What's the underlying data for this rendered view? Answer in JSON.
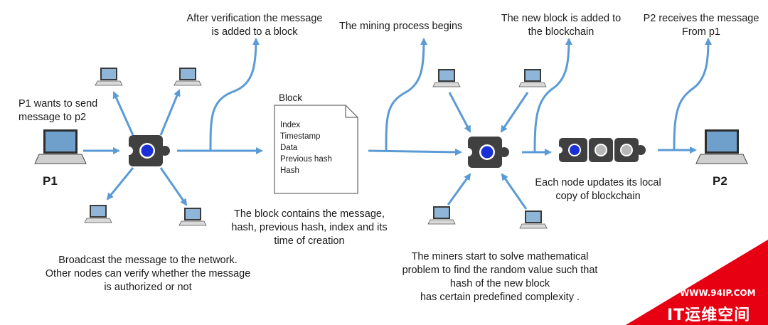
{
  "colors": {
    "arrow": "#5b9bd5",
    "node": "#404040",
    "core": "#1b2fd6",
    "circle": "#b7b7b7",
    "watermark_bg": "#e60012"
  },
  "labels": {
    "p1_wants": [
      "P1 wants to send",
      "message to p2"
    ],
    "p1": "P1",
    "p2": "P2",
    "after_verification": [
      "After verification the message",
      "is added to a block"
    ],
    "mining_begins": "The mining process  begins",
    "new_block_added": [
      "The new block is added to",
      "the blockchain"
    ],
    "p2_receives": [
      "P2 receives the message",
      "From p1"
    ],
    "block_contains": [
      "The block contains the message,",
      "hash, previous hash, index and its",
      "time of creation"
    ],
    "broadcast": [
      "Broadcast the message to the network.",
      "Other nodes can verify whether the message",
      "is  authorized or not"
    ],
    "miners_solve": [
      "The miners start to solve mathematical",
      "problem to find the random value such that",
      "hash of the new block",
      "has certain  predefined complexity ."
    ],
    "each_node": [
      "Each node updates its local",
      "copy of blockchain"
    ]
  },
  "block_doc": {
    "title": "Block",
    "fields": [
      "Index",
      "Timestamp",
      "Data",
      "Previous hash",
      "Hash"
    ]
  },
  "watermark": {
    "url": "WWW.94IP.COM",
    "name": "IT运维空间"
  }
}
